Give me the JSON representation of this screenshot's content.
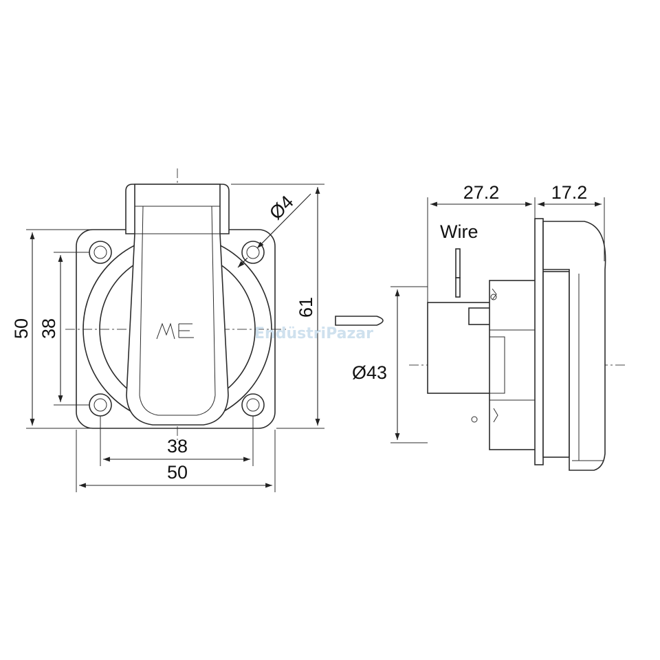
{
  "drawing": {
    "front_view": {
      "overall_width": "50",
      "hole_spacing_horizontal": "38",
      "overall_height": "50",
      "hole_spacing_vertical": "38",
      "lid_height": "61",
      "hole_diameter": "Ø4"
    },
    "side_view": {
      "body_depth": "27.2",
      "front_depth": "17.2",
      "mount_diameter": "Ø43",
      "wire_label": "Wire"
    },
    "watermark": "EndüstriPazar"
  }
}
